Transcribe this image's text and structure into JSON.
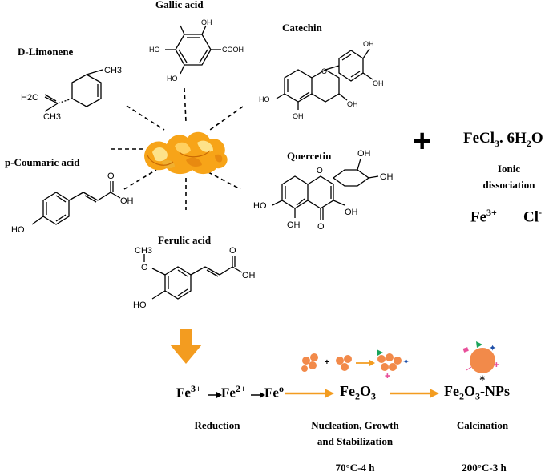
{
  "compounds": {
    "gallic_acid": {
      "name": "Gallic acid",
      "groups": [
        "OH",
        "HO",
        "HO",
        "COOH"
      ]
    },
    "catechin": {
      "name": "Catechin",
      "groups": [
        "OH",
        "OH",
        "HO",
        "OH",
        "OH"
      ]
    },
    "d_limonene": {
      "name": "D-Limonene",
      "groups": [
        "CH3",
        "H2C",
        "CH3"
      ]
    },
    "p_coumaric_acid": {
      "name": "p-Coumaric acid",
      "groups": [
        "O",
        "OH",
        "HO"
      ]
    },
    "quercetin": {
      "name": "Quercetin",
      "groups": [
        "OH",
        "OH",
        "HO",
        "O",
        "OH",
        "OH",
        "O"
      ]
    },
    "ferulic_acid": {
      "name": "Ferulic acid",
      "groups": [
        "CH3",
        "O",
        "O",
        "OH",
        "HO"
      ]
    }
  },
  "plus_sign": "+",
  "salt": {
    "formula_main": "FeCl",
    "formula_sub1": "3",
    "formula_mid": ". 6H",
    "formula_sub2": "2",
    "formula_end": "O",
    "ionic_line1": "Ionic",
    "ionic_line2": "dissociation",
    "fe_ion": "Fe",
    "fe_charge": "3+",
    "cl_ion": "Cl",
    "cl_charge": "-"
  },
  "reaction": {
    "fe3": "Fe",
    "fe3_charge": "3+",
    "fe2": "Fe",
    "fe2_charge": "2+",
    "fe0": "Fe",
    "fe0_charge": "o",
    "oxide_a": "Fe",
    "oxide_a_sub": "2",
    "oxide_b": "O",
    "oxide_b_sub": "3",
    "np_a": "Fe",
    "np_a_sub": "2",
    "np_b": "O",
    "np_b_sub": "3",
    "np_suffix": "-NPs"
  },
  "steps": {
    "reduction": "Reduction",
    "nucleation_line1": "Nucleation, Growth",
    "nucleation_line2": "and Stabilization",
    "nucleation_condition": "70°C-4 h",
    "calcination": "Calcination",
    "calcination_condition": "200°C-3 h"
  },
  "colors": {
    "arrow_orange": "#f39c20",
    "particle_orange": "#f28a4a",
    "peel_orange": "#f7a418",
    "green_marker": "#19a35a",
    "blue_marker": "#1e4fa8",
    "pink_marker": "#e8509a"
  }
}
